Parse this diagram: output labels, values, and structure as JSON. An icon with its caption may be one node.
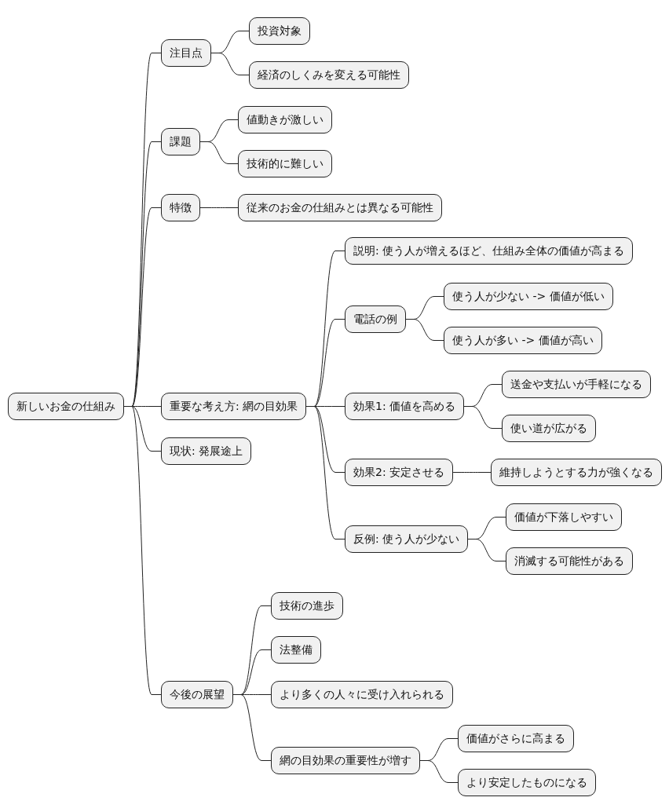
{
  "diagram": {
    "nodes": [
      {
        "text": [
          "新しいお金の仕組み"
        ]
      },
      {
        "text": [
          "注目点"
        ]
      },
      {
        "text": [
          "投資対象"
        ]
      },
      {
        "text": [
          "経済のしくみを変える可能性"
        ]
      },
      {
        "text": [
          "課題"
        ]
      },
      {
        "text": [
          "値動きが激しい"
        ]
      },
      {
        "text": [
          "技術的に難しい"
        ]
      },
      {
        "text": [
          "特徴"
        ]
      },
      {
        "text": [
          "従来のお金の仕組みとは異なる可能性"
        ]
      },
      {
        "text": [
          "重要な考え方: 網の目効果"
        ]
      },
      {
        "text": [
          "説明: 使う人が増えるほど、仕組み全体の価値が高まる"
        ]
      },
      {
        "text": [
          "電話の例"
        ]
      },
      {
        "text": [
          "使う人が少ない -> 価値が低い"
        ]
      },
      {
        "text": [
          "使う人が多い -> 価値が高い"
        ]
      },
      {
        "text": [
          "効果1: 価値を高める"
        ]
      },
      {
        "text": [
          "送金や支払いが手軽になる"
        ]
      },
      {
        "text": [
          "使い道が広がる"
        ]
      },
      {
        "text": [
          "効果2: 安定させる"
        ]
      },
      {
        "text": [
          "維持しようとする力が強くなる"
        ]
      },
      {
        "text": [
          "反例: 使う人が少ない"
        ]
      },
      {
        "text": [
          "価値が下落しやすい"
        ]
      },
      {
        "text": [
          "消滅する可能性がある"
        ]
      },
      {
        "text": [
          "現状: 発展途上"
        ]
      },
      {
        "text": [
          "今後の展望"
        ]
      },
      {
        "text": [
          "技術の進歩"
        ]
      },
      {
        "text": [
          "法整備"
        ]
      },
      {
        "text": [
          "より多くの人々に受け入れられる"
        ]
      },
      {
        "text": [
          "網の目効果の重要性が増す"
        ]
      },
      {
        "text": [
          "価値がさらに高まる"
        ]
      },
      {
        "text": [
          "より安定したものになる"
        ]
      }
    ],
    "edges": [
      {
        "from": 0,
        "to": 1,
        "arrow": "none"
      },
      {
        "from": 1,
        "to": 2,
        "arrow": "none"
      },
      {
        "from": 1,
        "to": 3,
        "arrow": "none"
      },
      {
        "from": 0,
        "to": 4,
        "arrow": "none"
      },
      {
        "from": 4,
        "to": 5,
        "arrow": "none"
      },
      {
        "from": 4,
        "to": 6,
        "arrow": "none"
      },
      {
        "from": 0,
        "to": 7,
        "arrow": "none"
      },
      {
        "from": 7,
        "to": 8,
        "arrow": "none"
      },
      {
        "from": 0,
        "to": 9,
        "arrow": "none"
      },
      {
        "from": 9,
        "to": 10,
        "arrow": "none"
      },
      {
        "from": 9,
        "to": 11,
        "arrow": "none"
      },
      {
        "from": 11,
        "to": 12,
        "arrow": "none"
      },
      {
        "from": 11,
        "to": 13,
        "arrow": "none"
      },
      {
        "from": 9,
        "to": 14,
        "arrow": "none"
      },
      {
        "from": 14,
        "to": 15,
        "arrow": "none"
      },
      {
        "from": 14,
        "to": 16,
        "arrow": "none"
      },
      {
        "from": 9,
        "to": 17,
        "arrow": "none"
      },
      {
        "from": 17,
        "to": 18,
        "arrow": "none"
      },
      {
        "from": 9,
        "to": 19,
        "arrow": "none"
      },
      {
        "from": 19,
        "to": 20,
        "arrow": "none"
      },
      {
        "from": 19,
        "to": 21,
        "arrow": "none"
      },
      {
        "from": 0,
        "to": 22,
        "arrow": "none"
      },
      {
        "from": 0,
        "to": 23,
        "arrow": "none"
      },
      {
        "from": 23,
        "to": 24,
        "arrow": "none"
      },
      {
        "from": 23,
        "to": 25,
        "arrow": "none"
      },
      {
        "from": 23,
        "to": 26,
        "arrow": "none"
      },
      {
        "from": 23,
        "to": 27,
        "arrow": "none"
      },
      {
        "from": 27,
        "to": 28,
        "arrow": "none"
      },
      {
        "from": 27,
        "to": 29,
        "arrow": "none"
      }
    ]
  }
}
